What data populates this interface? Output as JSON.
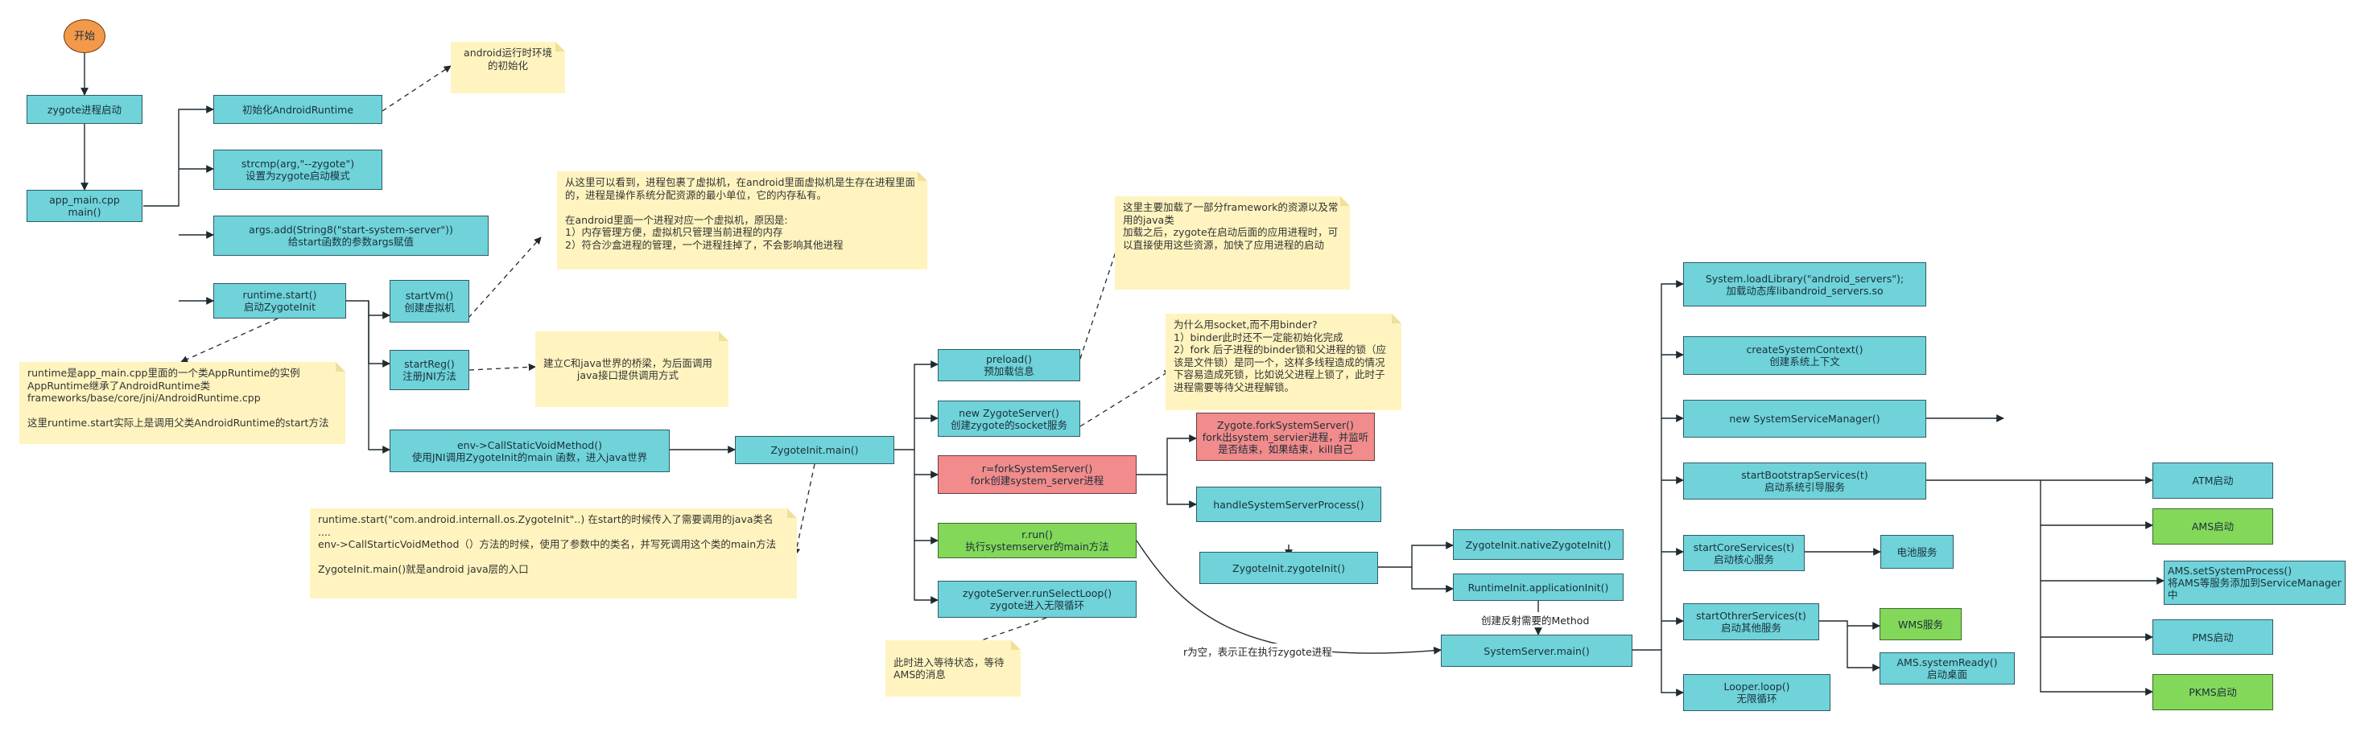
{
  "nodes": {
    "start": "开始",
    "zygote_start": "zygote进程启动",
    "app_main": "app_main.cpp\nmain()",
    "init_runtime": "初始化AndroidRuntime",
    "strcmp": "strcmp(arg,\"--zygote\")\n设置为zygote启动模式",
    "args_add": "args.add(String8(\"start-system-server\"))\n给start函数的参数args赋值",
    "runtime_start": "runtime.start()\n启动ZygoteInit",
    "startvm": "startVm()\n创建虚拟机",
    "startreg": "startReg()\n注册JNI方法",
    "call_static": "env->CallStaticVoidMethod()\n使用JNI调用ZygoteInit的main 函数，进入java世界",
    "zygoteinit_main": "ZygoteInit.main()",
    "preload": "preload()\n预加载信息",
    "new_zygote_server": "new ZygoteServer()\n创建zygote的socket服务",
    "fork_system_server": "r=forkSystemServer()\nfork创建system_server进程",
    "r_run": "r.run()\n执行systemserver的main方法",
    "run_select_loop": "zygoteServer.runSelectLoop()\nzygote进入无限循环",
    "zygote_fork": "Zygote.forkSystemServer()\nfork出system_servier进程，并监听是否结束，如果结束，kill自己",
    "handle_ssp": "handleSystemServerProcess()",
    "zygoteinit_zygoteinit": "ZygoteInit.zygoteInit()",
    "native_zygote_init": "ZygoteInit.nativeZygoteInit()",
    "runtime_app_init": "RuntimeInit.applicationInit()",
    "system_server_main": "SystemServer.main()",
    "load_library": "System.loadLibrary(\"android_servers\");\n加载动态库libandroid_servers.so",
    "create_context": "createSystemContext()\n创建系统上下文",
    "new_ssm": "new SystemServiceManager()",
    "start_bootstrap": "startBootstrapServices(t)\n启动系统引导服务",
    "start_core": "startCoreServices(t)\n启动核心服务",
    "start_other": "startOthrerServices(t)\n启动其他服务",
    "looper_loop": "Looper.loop()\n无限循环",
    "battery": "电池服务",
    "wms": "WMS服务",
    "ams_ready": "AMS.systemReady()\n启动桌面",
    "atm": "ATM启动",
    "ams_start": "AMS启动",
    "ams_set_process": "AMS.setSystemProcess()\n将AMS等服务添加到ServiceManager\n中",
    "pms": "PMS启动",
    "pkms": "PKMS启动"
  },
  "notes": {
    "runtime_env": "android运行时环境\n的初始化",
    "process_vm": "从这里可以看到，进程包裹了虚拟机，在android里面虚拟机是生存在进程里面的，进程是操作系统分配资源的最小单位，它的内存私有。\n\n在android里面一个进程对应一个虚拟机，原因是:\n    1）内存管理方便，虚拟机只管理当前进程的内存\n    2）符合沙盒进程的管理，一个进程挂掉了，不会影响其他进程",
    "jni_bridge": "建立C和java世界的桥梁，为后面调用\njava接口提供调用方式",
    "runtime_class": "runtime是app_main.cpp里面的一个类AppRuntime的实例\nAppRuntime继承了AndroidRuntime类\nframeworks/base/core/jni/AndroidRuntime.cpp\n\n这里runtime.start实际上是调用父类AndroidRuntime的start方法",
    "runtime_start_java": "runtime.start(\"com.android.internall.os.ZygoteInit\"..) 在start的时候传入了需要调用的java类名\n....\nenv->CallStarticVoidMethod（）方法的时候，使用了参数中的类名，并写死调用这个类的main方法\n\nZygoteInit.main()就是android java层的入口",
    "preload_info": "这里主要加载了一部分framework的资源以及常用的java类\n加载之后，zygote在启动后面的应用进程时，可以直接使用这些资源，加快了应用进程的启动",
    "socket_binder": "为什么用socket,而不用binder?\n1）binder此时还不一定能初始化完成\n2）fork 后子进程的binder锁和父进程的锁（应该是文件锁）是同一个，这样多线程造成的情况下容易造成死锁，比如说父进程上锁了，此时子进程需要等待父进程解锁。",
    "waiting_ams": "此时进入等待状态，等待\nAMS的消息"
  },
  "edge_labels": {
    "reflect_method": "创建反射需要的Method",
    "r_null": "r为空，表示正在执行zygote进程"
  }
}
